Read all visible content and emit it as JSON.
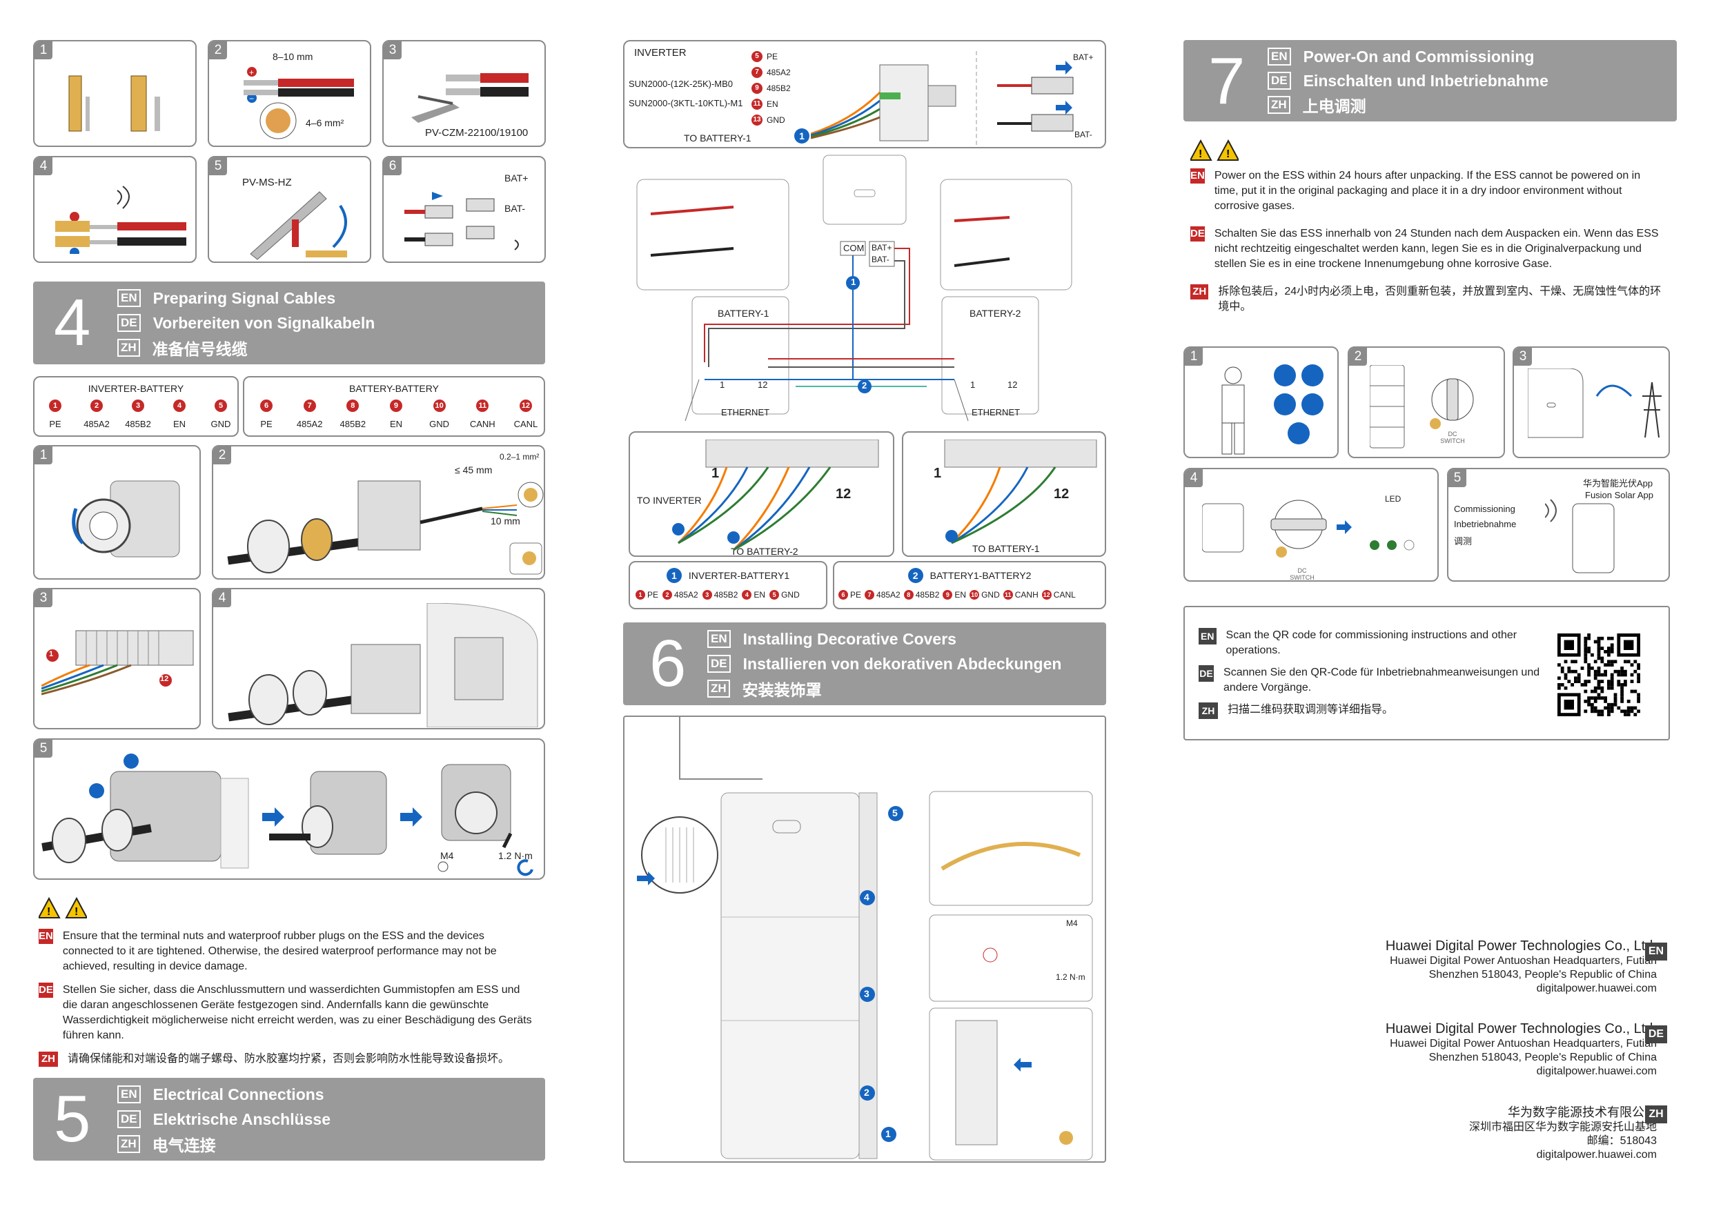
{
  "left": {
    "panels": [
      "1",
      "2",
      "3",
      "4",
      "5",
      "6"
    ],
    "p2_dim": "8–10 mm",
    "p2_area": "4–6 mm²",
    "p3_tool": "PV-CZM-22100/19100",
    "p5_tool": "PV-MS-HZ",
    "p6_bat_plus": "BAT+",
    "p6_bat_minus": "BAT-",
    "sec4": {
      "num": "4",
      "en_tag": "EN",
      "de_tag": "DE",
      "zh_tag": "ZH",
      "en": "Preparing Signal Cables",
      "de": "Vorbereiten von Signalkabeln",
      "zh": "准备信号线缆"
    },
    "pins_inv": {
      "title": "INVERTER-BATTERY",
      "pins": [
        {
          "n": "1",
          "l": "PE"
        },
        {
          "n": "2",
          "l": "485A2"
        },
        {
          "n": "3",
          "l": "485B2"
        },
        {
          "n": "4",
          "l": "EN"
        },
        {
          "n": "5",
          "l": "GND"
        }
      ]
    },
    "pins_bat": {
      "title": "BATTERY-BATTERY",
      "pins": [
        {
          "n": "6",
          "l": "PE"
        },
        {
          "n": "7",
          "l": "485A2"
        },
        {
          "n": "8",
          "l": "485B2"
        },
        {
          "n": "9",
          "l": "EN"
        },
        {
          "n": "10",
          "l": "GND"
        },
        {
          "n": "11",
          "l": "CANH"
        },
        {
          "n": "12",
          "l": "CANL"
        }
      ]
    },
    "s2_area": "0.2–1 mm²",
    "s2_len": "≤ 45 mm",
    "s2_strip": "10 mm",
    "s3_n1": "1",
    "s3_n12": "12",
    "s5_m4": "M4",
    "s5_torque": "1.2 N·m",
    "warn_en": "Ensure that the terminal nuts and waterproof rubber plugs on the ESS and the devices connected to it are tightened. Otherwise, the desired waterproof performance may not be achieved, resulting in device damage.",
    "warn_de": "Stellen Sie sicher, dass die Anschlussmuttern und wasserdichten Gummistopfen am ESS und die daran angeschlossenen Geräte festgezogen sind. Andernfalls kann die gewünschte Wasserdichtigkeit möglicherweise nicht erreicht werden, was zu einer Beschädigung des Geräts führen kann.",
    "warn_zh": "请确保储能和对端设备的端子螺母、防水胶塞均拧紧，否则会影响防水性能导致设备损坏。",
    "sec5": {
      "num": "5",
      "en_tag": "EN",
      "de_tag": "DE",
      "zh_tag": "ZH",
      "en": "Electrical Connections",
      "de": "Elektrische Anschlüsse",
      "zh": "电气连接"
    }
  },
  "middle": {
    "inv_title": "INVERTER",
    "inv_model1": "SUN2000-(12K-25K)-MB0",
    "inv_model2": "SUN2000-(3KTL-10KTL)-M1",
    "inv_pins": [
      {
        "n": "5",
        "l": "PE"
      },
      {
        "n": "7",
        "l": "485A2"
      },
      {
        "n": "9",
        "l": "485B2"
      },
      {
        "n": "11",
        "l": "EN"
      },
      {
        "n": "13",
        "l": "GND"
      }
    ],
    "to_battery1": "TO BATTERY-1",
    "com": "COM",
    "bat_plus": "BAT+",
    "bat_minus": "BAT-",
    "battery1": "BATTERY-1",
    "battery2": "BATTERY-2",
    "ethernet": "ETHERNET",
    "pin1": "1",
    "pin12": "12",
    "wire1": "1",
    "wire2": "2",
    "to_inverter": "TO INVERTER",
    "to_battery2": "TO BATTERY-2",
    "to_battery1b": "TO BATTERY-1",
    "leg1_title": "INVERTER-BATTERY1",
    "leg1_n": "1",
    "leg1_pins": [
      {
        "n": "1",
        "l": "PE"
      },
      {
        "n": "2",
        "l": "485A2"
      },
      {
        "n": "3",
        "l": "485B2"
      },
      {
        "n": "4",
        "l": "EN"
      },
      {
        "n": "5",
        "l": "GND"
      }
    ],
    "leg2_title": "BATTERY1-BATTERY2",
    "leg2_n": "2",
    "leg2_pins": [
      {
        "n": "6",
        "l": "PE"
      },
      {
        "n": "7",
        "l": "485A2"
      },
      {
        "n": "8",
        "l": "485B2"
      },
      {
        "n": "9",
        "l": "EN"
      },
      {
        "n": "10",
        "l": "GND"
      },
      {
        "n": "11",
        "l": "CANH"
      },
      {
        "n": "12",
        "l": "CANL"
      }
    ],
    "sec6": {
      "num": "6",
      "en_tag": "EN",
      "de_tag": "DE",
      "zh_tag": "ZH",
      "en": "Installing Decorative Covers",
      "de": "Installieren von dekorativen Abdeckungen",
      "zh": "安装装饰罩"
    },
    "cover_steps": [
      "1",
      "2",
      "3",
      "4",
      "5"
    ],
    "cover_m4": "M4",
    "cover_torque": "1.2 N·m"
  },
  "right": {
    "sec7": {
      "num": "7",
      "en_tag": "EN",
      "de_tag": "DE",
      "zh_tag": "ZH",
      "en": "Power-On and Commissioning",
      "de": "Einschalten und Inbetriebnahme",
      "zh": "上电调测"
    },
    "note_en": "Power on the ESS within 24 hours after unpacking. If the ESS cannot be powered on in time, put it in the original packaging and place it in a dry indoor environment without corrosive gases.",
    "note_de": "Schalten Sie das ESS innerhalb von 24 Stunden nach dem Auspacken ein. Wenn das ESS nicht rechtzeitig eingeschaltet werden kann, legen Sie es in die Originalverpackung und stellen Sie es in eine trockene Innenumgebung ohne korrosive Gase.",
    "note_zh": "拆除包装后，24小时内必须上电，否则重新包装，并放置到室内、干燥、无腐蚀性气体的环境中。",
    "steps": [
      "1",
      "2",
      "3",
      "4",
      "5"
    ],
    "dc_switch": "DC SWITCH",
    "led": "LED",
    "app_zh": "华为智能光伏App",
    "app_en": "Fusion Solar App",
    "comm_en": "Commissioning",
    "comm_de": "Inbetriebnahme",
    "comm_zh": "调测",
    "qr_en": "Scan the QR code for commissioning instructions and other operations.",
    "qr_de": "Scannen Sie den QR-Code für Inbetriebnahmeanweisungen und andere Vorgänge.",
    "qr_zh": "扫描二维码获取调测等详细指导。",
    "addr_en": {
      "tag": "EN",
      "name": "Huawei Digital Power Technologies Co., Ltd.",
      "l1": "Huawei Digital Power Antuoshan Headquarters, Futian",
      "l2": "Shenzhen 518043, People's Republic of China",
      "l3": "digitalpower.huawei.com"
    },
    "addr_de": {
      "tag": "DE",
      "name": "Huawei Digital Power Technologies Co., Ltd.",
      "l1": "Huawei Digital Power Antuoshan Headquarters, Futian",
      "l2": "Shenzhen 518043, People's Republic of China",
      "l3": "digitalpower.huawei.com"
    },
    "addr_zh": {
      "tag": "ZH",
      "name": "华为数字能源技术有限公司",
      "l1": "深圳市福田区华为数字能源安托山基地",
      "l2": "邮编：518043",
      "l3": "digitalpower.huawei.com"
    }
  },
  "colors": {
    "red": "#c62828",
    "blue": "#1565c0",
    "gray": "#9a9a9a",
    "orange": "#f57c00",
    "green": "#2e7d32"
  }
}
